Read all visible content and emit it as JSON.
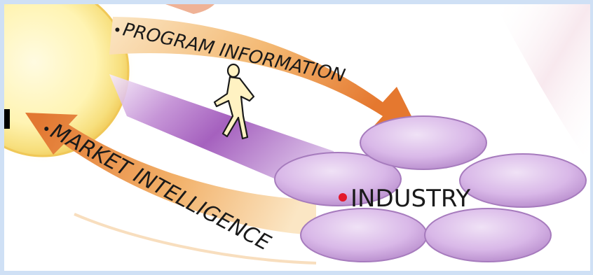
{
  "diagram": {
    "flows": [
      {
        "label": "PROGRAM INFORMATION"
      },
      {
        "label": "MARKET INTELLIGENCE"
      }
    ],
    "target": {
      "label": "INDUSTRY"
    },
    "colors": {
      "frame": "#cfe0f5",
      "background": "#ffffff",
      "sun_core": "#fff7b8",
      "sun_edge": "#f4d36a",
      "arrow_light": "#f7d6a6",
      "arrow_dark": "#e9873b",
      "beam": "#a35bbf",
      "disc": "#d8b6e6",
      "disc_edge": "#a67bbd",
      "dot": "#e3182b",
      "text": "#1a1a1a"
    },
    "icons": [
      "walking-person-icon",
      "bullet-dot-icon"
    ]
  }
}
